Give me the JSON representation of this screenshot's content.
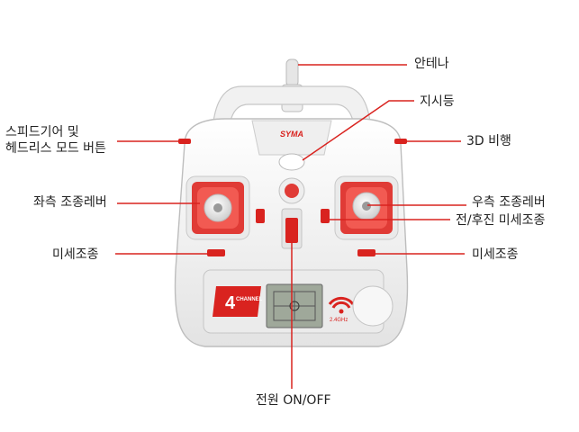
{
  "labels": {
    "antenna": "안테나",
    "indicator": "지시등",
    "speed_headless": "스피드기어 및\n헤드리스 모드 버튼",
    "flip_3d": "3D 비행",
    "left_stick": "좌측 조종레버",
    "right_stick": "우측 조종레버",
    "fwd_back_trim": "전/후진 미세조종",
    "left_trim": "미세조종",
    "right_trim": "미세조종",
    "power": "전원 ON/OFF"
  },
  "device": {
    "brand": "SYMA",
    "badge_number": "4",
    "badge_text": "CHANNEL",
    "freq": "2.4GHz"
  },
  "colors": {
    "body": "#f3f3f3",
    "accent": "#d9231f",
    "line": "#d9231f",
    "stick_base": "#e03b36",
    "lcd": "#9fa89a"
  }
}
